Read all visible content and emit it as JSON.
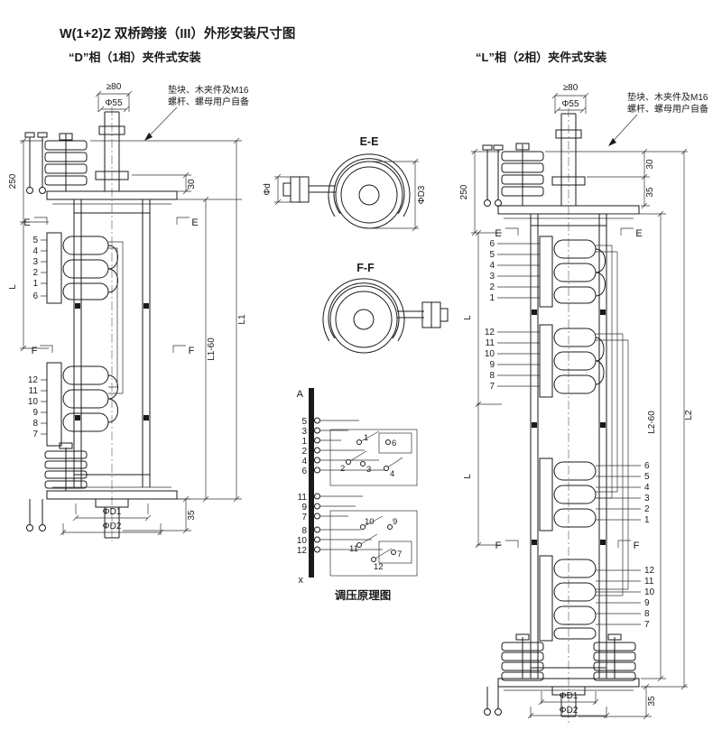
{
  "page": {
    "title": "W(1+2)Z 双桥跨接（III）外形安装尺寸图",
    "left_caption": "“D”相（1相）夹件式安装",
    "right_caption": "“L”相（2相）夹件式安装"
  },
  "left_view": {
    "note_line1": "垫块、木夹件及M16",
    "note_line2": "螺杆、螺母用户自备",
    "dim_min_width": "≥80",
    "dim_stud": "Φ55",
    "dim_30": "30",
    "dim_250": "250",
    "dim_35": "35",
    "dim_l": "L",
    "dim_l1_60": "L1-60",
    "dim_l1": "L1",
    "dim_d1": "ΦD1",
    "dim_d2": "ΦD2",
    "mark_e": "E",
    "mark_f": "F",
    "taps_upper": [
      "5",
      "4",
      "3",
      "2",
      "1",
      "6"
    ],
    "taps_lower": [
      "12",
      "11",
      "10",
      "9",
      "8",
      "7"
    ]
  },
  "section_ee": {
    "label": "E-E",
    "dim_d": "Φd",
    "dim_d3": "ΦD3"
  },
  "section_ff": {
    "label": "F-F"
  },
  "schematic": {
    "caption": "调压原理图",
    "terminal_top": "A",
    "terminal_bottom": "x",
    "taps_g1": [
      "5",
      "3",
      "1",
      "2",
      "4",
      "6"
    ],
    "taps_g2": [
      "11",
      "9",
      "7"
    ],
    "taps_g3": [
      "8",
      "10",
      "12"
    ],
    "contacts_upper": [
      "1",
      "6",
      "2",
      "3",
      "4"
    ],
    "contacts_lower": [
      "10",
      "9",
      "11",
      "12",
      "7"
    ]
  },
  "right_view": {
    "note_line1": "垫块、木夹件及M16",
    "note_line2": "螺杆、螺母用户自备",
    "dim_min_width": "≥80",
    "dim_stud": "Φ55",
    "dim_30": "30",
    "dim_35_top": "35",
    "dim_250": "250",
    "dim_l_upper": "L",
    "dim_l_lower": "L",
    "dim_l2_60": "L2-60",
    "dim_l2": "L2",
    "dim_d1": "ΦD1",
    "dim_d2": "ΦD2",
    "dim_35_bottom": "35",
    "mark_e": "E",
    "mark_f": "F",
    "taps_g1": [
      "6",
      "5",
      "4",
      "3",
      "2",
      "1"
    ],
    "taps_g2": [
      "12",
      "11",
      "10",
      "9",
      "8",
      "7"
    ],
    "taps_g3": [
      "6",
      "5",
      "4",
      "3",
      "2",
      "1"
    ],
    "taps_g4": [
      "12",
      "11",
      "10",
      "9",
      "8",
      "7"
    ]
  }
}
